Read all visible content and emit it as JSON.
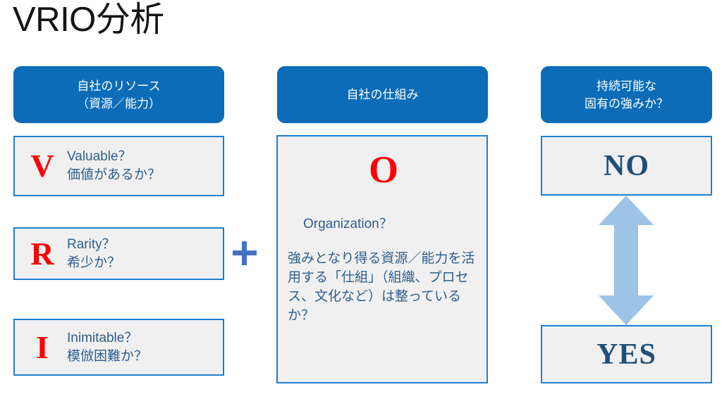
{
  "title": "VRIO分析",
  "colors": {
    "header_blue": "#0C6CB8",
    "card_border_blue": "#1F7FD0",
    "card_fill_gray": "#F0F0F0",
    "letter_red": "#FF0000",
    "body_navy": "#2E5E8C",
    "verdict_navy": "#1F4E79",
    "plus_blue": "#4472C4",
    "arrow_blue": "#9DC3E6",
    "title_black": "#151515"
  },
  "columns": {
    "resources": {
      "header_line1": "自社のリソース",
      "header_line2": "（資源／能力）",
      "items": [
        {
          "letter": "V",
          "en": "Valuable？",
          "ja": "価値があるか？"
        },
        {
          "letter": "R",
          "en": "Rarity？",
          "ja": "希少か？"
        },
        {
          "letter": "I",
          "en": "Inimitable？",
          "ja": "模倣困難か？"
        }
      ]
    },
    "system": {
      "header": "自社の仕組み",
      "letter": "O",
      "en": "Organization？",
      "ja": "強みとなり得る資源／能力を活用する「仕組」（組織、プロセス、文化など）は整っているか？"
    },
    "strength": {
      "header_line1": "持続可能な",
      "header_line2": "固有の強みか？",
      "verdict_no": "NO",
      "verdict_yes": "YES"
    }
  },
  "operator": {
    "plus": "+"
  },
  "icons": {
    "plus": "plus-icon",
    "double_arrow": "double-headed-vertical-arrow-icon"
  }
}
